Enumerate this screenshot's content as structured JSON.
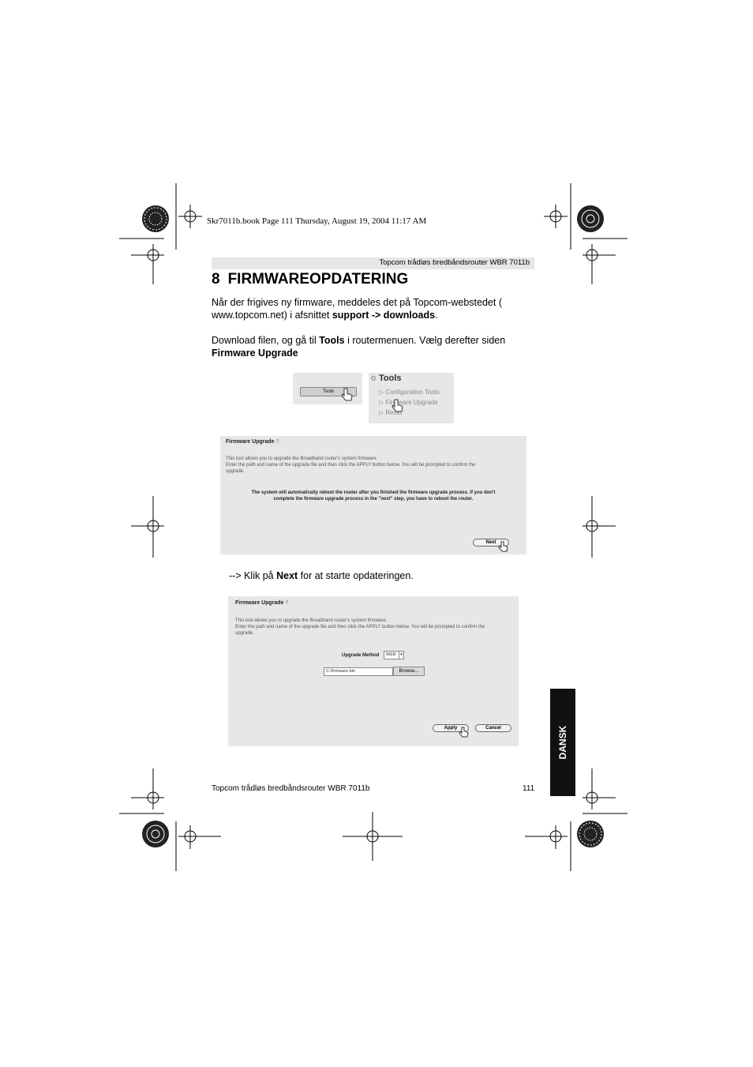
{
  "print_info": "Skr7011b.book  Page 111  Thursday, August 19, 2004  11:17 AM",
  "running_header": "Topcom trådløs bredbåndsrouter WBR 7011b",
  "section": {
    "number": "8",
    "title": "FIRMWAREOPDATERING"
  },
  "para1": {
    "line1": "Når der frigives ny firmware, meddeles det på Topcom-webstedet (",
    "line2_text": "www.topcom.net) i afsnittet ",
    "line2_bold": "support -> downloads",
    "line2_end": "."
  },
  "para2": {
    "line1_text": "Download filen, og gå til ",
    "line1_bold": "Tools",
    "line1_end": " i routermenuen. Vælg derefter siden",
    "line2_bold": "Firmware Upgrade"
  },
  "tools_screenshot": {
    "button_label": "Tools",
    "menu_title": "Tools",
    "menu_items": [
      "Configuration Tools",
      "Firmware Upgrade",
      "Reset"
    ]
  },
  "screenshot1": {
    "title": "Firmware Upgrade",
    "desc_line1": "This tool allows you to upgrade the Broadband router's system firmware.",
    "desc_line2": "Enter the path and name of the upgrade file and then click the APPLY button below. You will be prompted to confirm the",
    "desc_line3": "upgrade.",
    "warning_line1": "The system will automatically reboot the router after you finished the firmware upgrade process. If you don't",
    "warning_line2": "complete the firmware upgrade process in the \"next\" step, you have to reboot the router.",
    "next_label": "Next"
  },
  "instruction": {
    "prefix": "-->  Klik på ",
    "bold": "Next",
    "suffix": " for at starte opdateringen."
  },
  "screenshot2": {
    "title": "Firmware Upgrade",
    "desc_line1": "This tool allows you to upgrade the Broadband router's system firmware.",
    "desc_line2": "Enter the path and name of the upgrade file and then click the APPLY button below. You will be prompted to confirm the",
    "desc_line3": "upgrade.",
    "method_label": "Upgrade Method",
    "method_value": "WEB",
    "file_value": "C:\\firmware.bin",
    "browse_label": "Browse...",
    "apply_label": "Apply",
    "cancel_label": "Cancel"
  },
  "side_tab": "DANSK",
  "footer": {
    "left": "Topcom trådløs bredbåndsrouter WBR 7011b",
    "page": "111"
  }
}
